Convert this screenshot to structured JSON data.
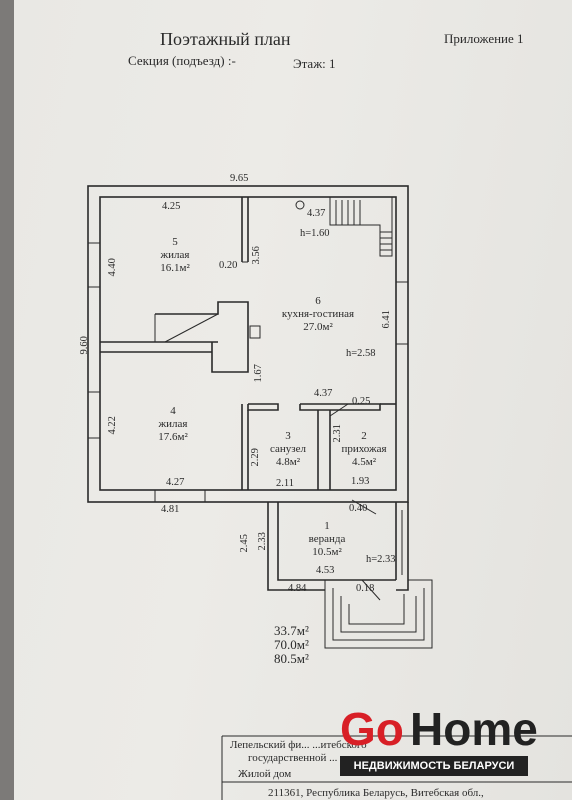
{
  "header": {
    "title": "Поэтажный план",
    "appendix": "Приложение 1",
    "section_label": "Секция (подъезд) :-",
    "floor_label": "Этаж: 1"
  },
  "dimensions": {
    "top_width": "9.65",
    "left_height": "9.60",
    "d_4_25": "4.25",
    "d_4_40": "4.40",
    "d_0_20": "0.20",
    "d_3_56": "3.56",
    "d_4_37_top": "4.37",
    "stair_height": "h=1.60",
    "d_6_41": "6.41",
    "ceiling_height": "h=2.58",
    "d_1_67": "1.67",
    "d_4_37_mid": "4.37",
    "d_0_25": "0.25",
    "d_4_22": "4.22",
    "d_2_29": "2.29",
    "d_2_31": "2.31",
    "d_4_27": "4.27",
    "d_2_11": "2.11",
    "d_1_93": "1.93",
    "d_4_81": "4.81",
    "d_0_40": "0.40",
    "d_2_45": "2.45",
    "d_2_33": "2.33",
    "veranda_height": "h=2.33",
    "d_4_84": "4.84",
    "d_4_53": "4.53",
    "d_0_18": "0.18"
  },
  "rooms": [
    {
      "number": "5",
      "name": "жилая",
      "area": "16.1м²"
    },
    {
      "number": "6",
      "name": "кухня-гостиная",
      "area": "27.0м²"
    },
    {
      "number": "4",
      "name": "жилая",
      "area": "17.6м²"
    },
    {
      "number": "3",
      "name": "санузел",
      "area": "4.8м²"
    },
    {
      "number": "2",
      "name": "прихожая",
      "area": "4.5м²"
    },
    {
      "number": "1",
      "name": "веранда",
      "area": "10.5м²"
    }
  ],
  "totals": [
    "33.7м²",
    "70.0м²",
    "80.5м²"
  ],
  "stamp": {
    "line1": "Лепельский фи...   ...итебского",
    "line2": "государственной ...",
    "line3": "Жилой дом",
    "line4": "211361, Республика Беларусь, Витебская обл.,"
  },
  "logo": {
    "go": "Go",
    "home": "Home",
    "tagline": "НЕДВИЖИМОСТЬ БЕЛАРУСИ",
    "brand_red": "#d81f26",
    "brand_dark": "#222222"
  }
}
